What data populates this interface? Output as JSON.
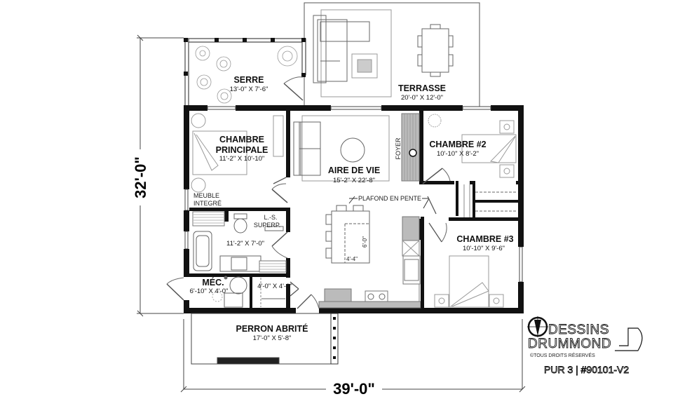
{
  "plan": {
    "overall_width": "39'-0\"",
    "overall_depth": "32'-0\"",
    "rooms": {
      "serre": {
        "name": "SERRE",
        "dims": "13'-0\" X 7'-6\""
      },
      "terrasse": {
        "name": "TERRASSE",
        "dims": "20'-0\" X 12'-0\""
      },
      "chambre_principale": {
        "name_line1": "CHAMBRE",
        "name_line2": "PRINCIPALE",
        "dims": "11'-2\" X 10'-10\""
      },
      "aire_de_vie": {
        "name": "AIRE DE VIE",
        "dims": "15'-2\" X 22'-8\""
      },
      "chambre_2": {
        "name": "CHAMBRE #2",
        "dims": "10'-10\" X 8'-2\""
      },
      "chambre_3": {
        "name": "CHAMBRE #3",
        "dims": "10'-10\" X 9'-6\""
      },
      "salle_de_bain": {
        "dims": "11'-2\" X 7'-0\""
      },
      "mec": {
        "name": "MÉC.",
        "dims": "6'-10\" X 4'-0\""
      },
      "rangement": {
        "dims": "4'-0\" X 4'-0\""
      },
      "perron": {
        "name": "PERRON ABRITÉ",
        "dims": "17'-0\" X 5'-8\""
      }
    },
    "annotations": {
      "meuble_line1": "MEUBLE",
      "meuble_line2": "INTEGRÉ",
      "ls_line1": "L.-S.",
      "ls_line2": "SUPERP.",
      "foyer": "FOYER",
      "plafond": "PLAFOND EN PENTE",
      "island_depth": "6'-0\"",
      "island_width": "4'-4\""
    }
  },
  "branding": {
    "logo_line1": "DESSINS",
    "logo_line2": "DRUMMOND",
    "copyright": "©TOUS DROITS RÉSERVÉS",
    "plan_ref": "PUR 3 | #90101-V2"
  }
}
